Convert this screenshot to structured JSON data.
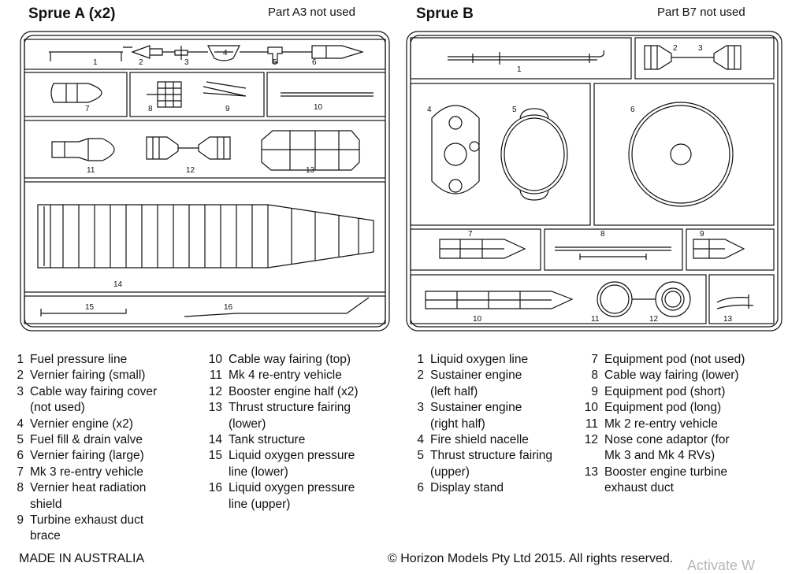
{
  "sprue_a": {
    "title": "Sprue A  (x2)",
    "note": "Part A3 not used",
    "part_labels": [
      "1",
      "2",
      "3",
      "4",
      "5",
      "6",
      "7",
      "8",
      "9",
      "10",
      "11",
      "12",
      "13",
      "14",
      "15",
      "16"
    ],
    "legend_col1": [
      {
        "n": "1",
        "t": "Fuel pressure line"
      },
      {
        "n": "2",
        "t": "Vernier fairing (small)"
      },
      {
        "n": "3",
        "t": "Cable way fairing cover"
      },
      {
        "n": "",
        "t": "(not used)"
      },
      {
        "n": "4",
        "t": "Vernier engine (x2)"
      },
      {
        "n": "5",
        "t": "Fuel fill & drain valve"
      },
      {
        "n": "6",
        "t": "Vernier fairing (large)"
      },
      {
        "n": "7",
        "t": "Mk 3 re-entry vehicle"
      },
      {
        "n": "8",
        "t": "Vernier heat radiation"
      },
      {
        "n": "",
        "t": "shield"
      },
      {
        "n": "9",
        "t": "Turbine exhaust duct"
      },
      {
        "n": "",
        "t": "brace"
      }
    ],
    "legend_col2": [
      {
        "n": "10",
        "t": "Cable way fairing (top)"
      },
      {
        "n": "11",
        "t": "Mk 4 re-entry vehicle"
      },
      {
        "n": "12",
        "t": "Booster engine half (x2)"
      },
      {
        "n": "13",
        "t": "Thrust structure fairing"
      },
      {
        "n": "",
        "t": "(lower)"
      },
      {
        "n": "14",
        "t": "Tank structure"
      },
      {
        "n": "15",
        "t": "Liquid oxygen pressure"
      },
      {
        "n": "",
        "t": "line (lower)"
      },
      {
        "n": "16",
        "t": "Liquid oxygen pressure"
      },
      {
        "n": "",
        "t": "line (upper)"
      }
    ]
  },
  "sprue_b": {
    "title": "Sprue B",
    "note": "Part B7 not used",
    "part_labels": [
      "1",
      "2",
      "3",
      "4",
      "5",
      "6",
      "7",
      "8",
      "9",
      "10",
      "11",
      "12",
      "13"
    ],
    "legend_col1": [
      {
        "n": "1",
        "t": "Liquid oxygen line"
      },
      {
        "n": "2",
        "t": "Sustainer engine"
      },
      {
        "n": "",
        "t": "(left half)"
      },
      {
        "n": "3",
        "t": "Sustainer engine"
      },
      {
        "n": "",
        "t": "(right half)"
      },
      {
        "n": "4",
        "t": "Fire shield nacelle"
      },
      {
        "n": "5",
        "t": "Thrust structure fairing"
      },
      {
        "n": "",
        "t": "(upper)"
      },
      {
        "n": "6",
        "t": "Display stand"
      }
    ],
    "legend_col2": [
      {
        "n": "7",
        "t": "Equipment pod (not used)"
      },
      {
        "n": "8",
        "t": "Cable way fairing (lower)"
      },
      {
        "n": "9",
        "t": "Equipment pod (short)"
      },
      {
        "n": "10",
        "t": "Equipment pod (long)"
      },
      {
        "n": "11",
        "t": "Mk 2 re-entry vehicle"
      },
      {
        "n": "12",
        "t": "Nose cone adaptor (for"
      },
      {
        "n": "",
        "t": "Mk 3 and Mk 4 RVs)"
      },
      {
        "n": "13",
        "t": "Booster engine turbine"
      },
      {
        "n": "",
        "t": "exhaust duct"
      }
    ]
  },
  "footer": {
    "made_in": "MADE IN AUSTRALIA",
    "copyright": "© Horizon Models Pty Ltd 2015.   All rights reserved."
  },
  "watermark": "Activate W"
}
